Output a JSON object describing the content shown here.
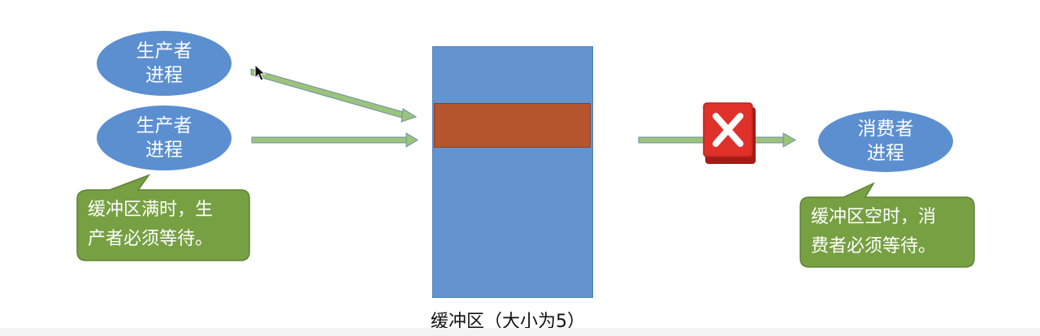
{
  "producer_1": {
    "label": "生产者\n进程"
  },
  "producer_2": {
    "label": "生产者\n进程"
  },
  "consumer": {
    "label": "消费者\n进程"
  },
  "buffer": {
    "label": "缓冲区（大小为5）"
  },
  "producer_note": {
    "line1": "缓冲区满时，生",
    "line2": "产者必须等待。"
  },
  "consumer_note": {
    "line1": "缓冲区空时，消",
    "line2": "费者必须等待。"
  },
  "colors": {
    "process_fill": "#5b8fcf",
    "buffer_fill": "#6394d0",
    "slot_fill": "#b4552e",
    "arrow_fill": "#9cc37a",
    "callout_fill": "#77a043",
    "blocked_icon": "#e0302a"
  },
  "icons": {
    "blocked": "x-mark-icon",
    "cursor": "mouse-pointer-icon"
  }
}
